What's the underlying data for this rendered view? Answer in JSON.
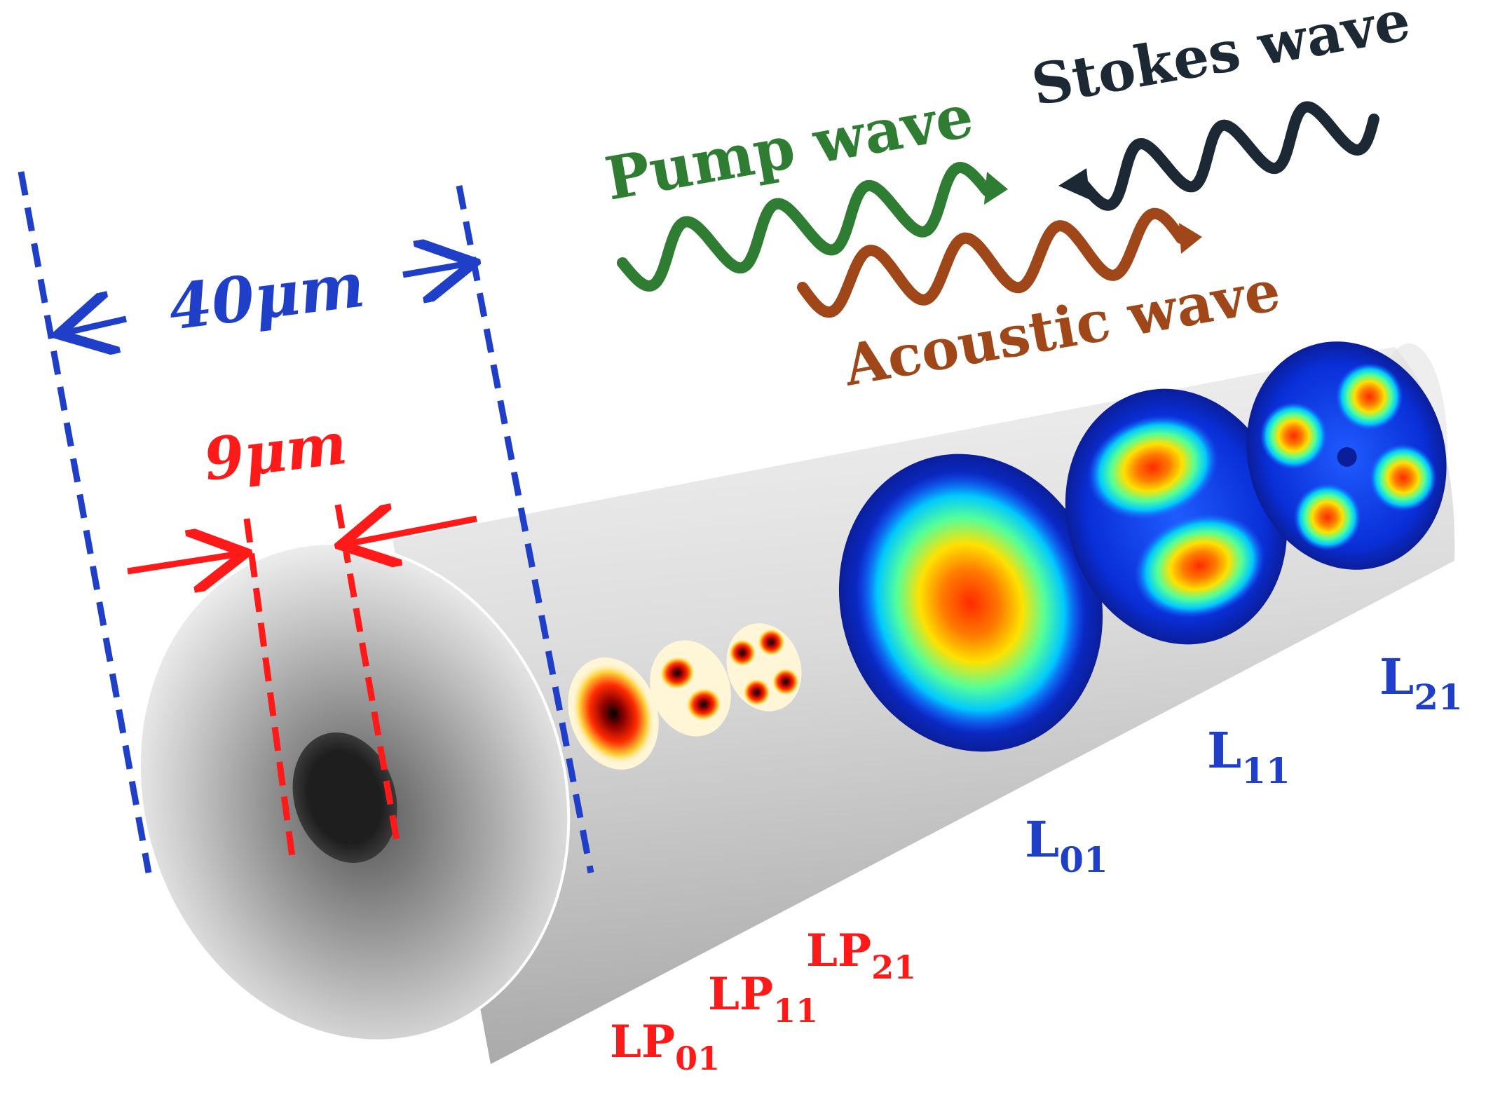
{
  "labels": {
    "pump_wave": "Pump wave",
    "stokes_wave": "Stokes wave",
    "acoustic_wave": "Acoustic wave",
    "cladding_diameter": "40μm",
    "core_diameter": "9μm"
  },
  "optical_modes": [
    {
      "base": "LP",
      "sub": "01"
    },
    {
      "base": "LP",
      "sub": "11"
    },
    {
      "base": "LP",
      "sub": "21"
    }
  ],
  "acoustic_modes": [
    {
      "base": "L",
      "sub": "01"
    },
    {
      "base": "L",
      "sub": "11"
    },
    {
      "base": "L",
      "sub": "21"
    }
  ],
  "colors": {
    "pump": "#2e7d32",
    "stokes": "#1c2833",
    "acoustic": "#a0471a",
    "dimension_outer": "#1f3fc8",
    "dimension_inner": "#ff1a1a",
    "mode_label_optical": "#ff1a1a",
    "mode_label_acoustic": "#1f3fc8"
  }
}
